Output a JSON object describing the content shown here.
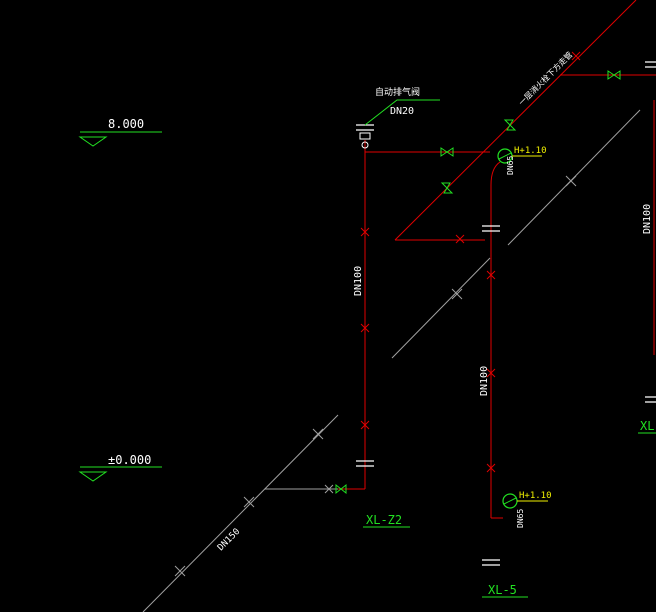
{
  "elevations": [
    {
      "id": "level-8000",
      "text": "8.000"
    },
    {
      "id": "level-0000",
      "text": "±0.000"
    }
  ],
  "risers": [
    {
      "id": "riser-xl-z2",
      "tag": "XL-Z2",
      "size_label": "DN100"
    },
    {
      "id": "riser-xl-5",
      "tag": "XL-5",
      "size_label": "DN100"
    },
    {
      "id": "riser-xl-right",
      "tag": "XL-",
      "size_label": "DN100"
    }
  ],
  "air_valve": {
    "label": "自动排气阀",
    "size": "DN20"
  },
  "sloped_pipe_label": "一层消火栓下方走管",
  "hydrants": [
    {
      "id": "hydrant-upper",
      "elevation": "H+1.10",
      "size": "DN65"
    },
    {
      "id": "hydrant-lower",
      "elevation": "H+1.10",
      "size": "DN65"
    }
  ],
  "main_pipe_label": "DN150",
  "colors": {
    "background": "#000000",
    "pipe": "#e00000",
    "green": "#22e022",
    "white": "#ffffff",
    "yellow": "#f0f000",
    "gray": "#a0a0a0"
  }
}
